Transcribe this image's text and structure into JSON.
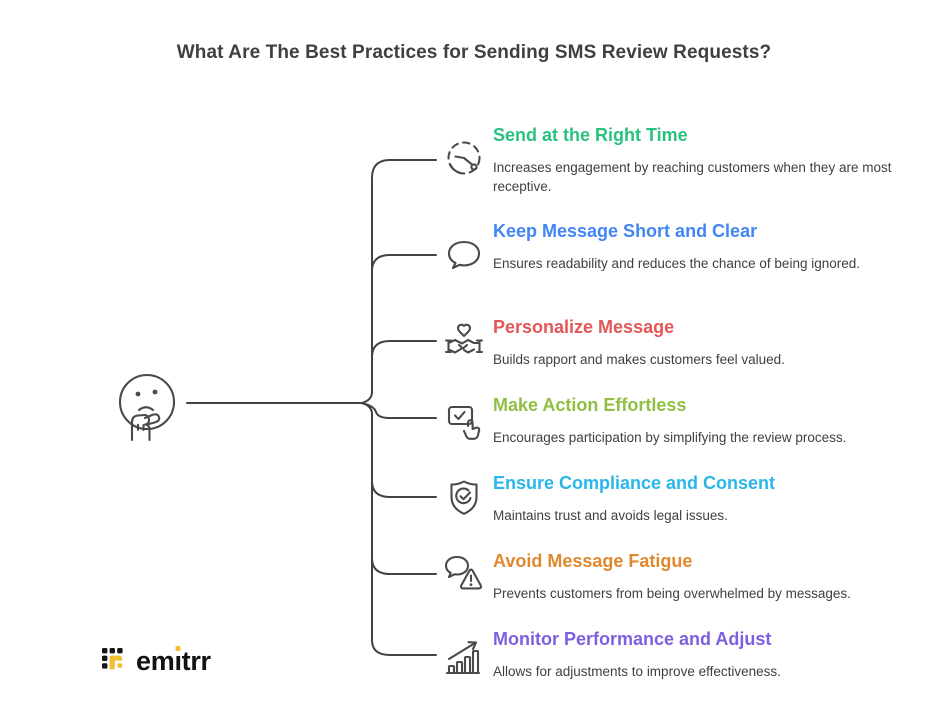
{
  "title": "What Are The Best Practices for Sending SMS Review Requests?",
  "items": [
    {
      "heading": "Send at the Right Time",
      "color": "#29c17e",
      "icon": "clock-icon",
      "desc": "Increases engagement by reaching customers when they are most receptive."
    },
    {
      "heading": "Keep Message Short and Clear",
      "color": "#4285f4",
      "icon": "speech-bubble-icon",
      "desc": "Ensures readability and reduces the chance of being ignored."
    },
    {
      "heading": "Personalize Message",
      "color": "#e25757",
      "icon": "handshake-heart-icon",
      "desc": "Builds rapport and makes customers feel valued."
    },
    {
      "heading": "Make Action Effortless",
      "color": "#8fc043",
      "icon": "tap-check-icon",
      "desc": "Encourages participation by simplifying the review process."
    },
    {
      "heading": "Ensure Compliance and Consent",
      "color": "#29b6ea",
      "icon": "shield-check-icon",
      "desc": "Maintains trust and avoids legal issues."
    },
    {
      "heading": "Avoid Message Fatigue",
      "color": "#e0882f",
      "icon": "message-warning-icon",
      "desc": "Prevents customers from being overwhelmed by messages."
    },
    {
      "heading": "Monitor Performance and Adjust",
      "color": "#7d5fe0",
      "icon": "growth-chart-icon",
      "desc": "Allows for adjustments to improve effectiveness."
    }
  ],
  "brand": {
    "logo_text_pre": "em",
    "logo_text_i": "ı",
    "logo_text_post": "trr",
    "accent_yellow": "#f2bd2f",
    "accent_black": "#121212"
  },
  "line_color": "#434343"
}
